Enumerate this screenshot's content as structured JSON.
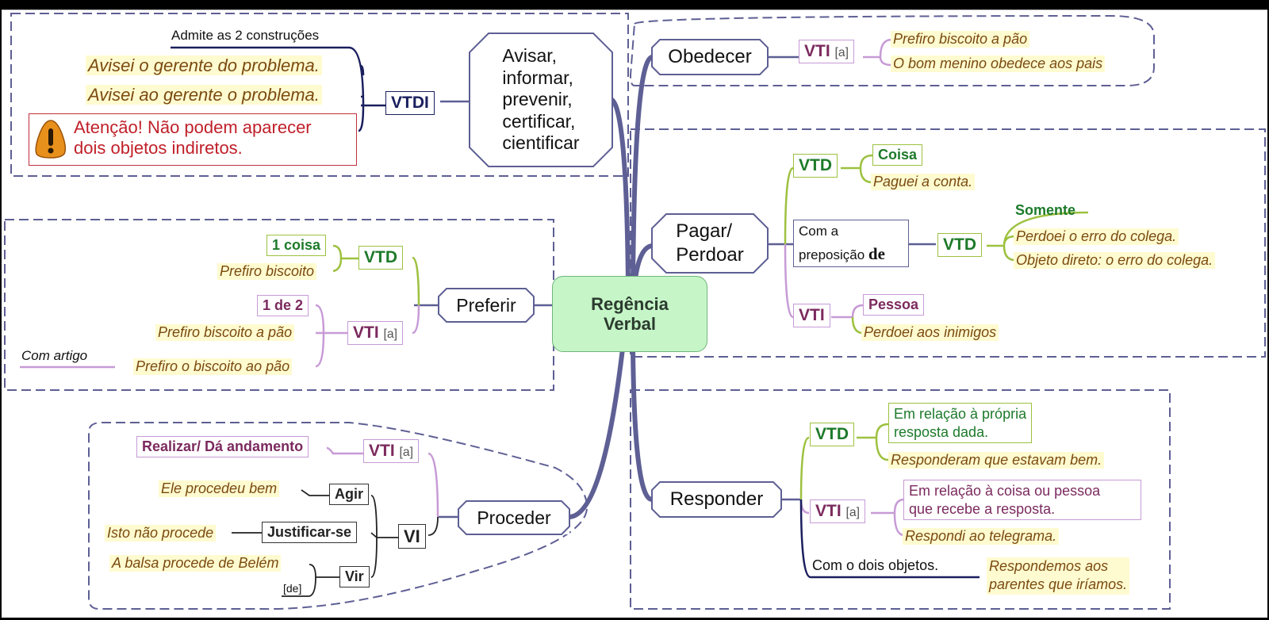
{
  "central": {
    "title_line1": "Regência",
    "title_line2": "Verbal"
  },
  "avisar": {
    "verb": [
      "Avisar,",
      "informar,",
      "prevenir,",
      "certificar,",
      "cientificar"
    ],
    "type": "VTDI",
    "note": "Admite as 2 construções",
    "examples": [
      "Avisei o gerente do problema.",
      "Avisei ao gerente o problema."
    ],
    "warning": {
      "icon": "warning-icon",
      "line1": "Atenção! Não podem aparecer",
      "line2": "dois objetos indiretos."
    }
  },
  "obedecer": {
    "verb": "Obedecer",
    "type": "VTI",
    "prep": "[a]",
    "examples": [
      "Prefiro biscoito a pão",
      "O bom menino obedece aos pais"
    ]
  },
  "pagar": {
    "verb_line1": "Pagar/",
    "verb_line2": "Perdoar",
    "vtd": {
      "type": "VTD",
      "label": "Coisa",
      "example": "Paguei a conta."
    },
    "prep": {
      "line1": "Com a",
      "line2": "preposição",
      "prep_word": "de",
      "type": "VTD",
      "label": "Somente",
      "examples": [
        "Perdoei o erro do colega.",
        "Objeto direto: o erro do colega."
      ]
    },
    "vti": {
      "type": "VTI",
      "label": "Pessoa",
      "example": "Perdoei aos inimigos"
    }
  },
  "preferir": {
    "verb": "Preferir",
    "vtd": {
      "type": "VTD",
      "label": "1 coisa",
      "example": "Prefiro biscoito"
    },
    "vti": {
      "type": "VTI",
      "prep": "[a]",
      "label": "1 de 2",
      "examples": [
        "Prefiro biscoito a pão",
        "Prefiro o biscoito ao pão"
      ],
      "note": "Com artigo"
    }
  },
  "proceder": {
    "verb": "Proceder",
    "vti": {
      "type": "VTI",
      "prep": "[a]",
      "label": "Realizar/ Dá andamento"
    },
    "vi": {
      "type": "VI",
      "senses": [
        {
          "label": "Agir",
          "example": "Ele procedeu bem"
        },
        {
          "label": "Justificar-se",
          "example": "Isto não procede"
        },
        {
          "label": "Vir",
          "example": "A balsa procede de Belém",
          "note": "[de]"
        }
      ]
    }
  },
  "responder": {
    "verb": "Responder",
    "vtd": {
      "type": "VTD",
      "label_line1": "Em relação à própria",
      "label_line2": "resposta dada.",
      "example": "Responderam que estavam bem."
    },
    "vti": {
      "type": "VTI",
      "prep": "[a]",
      "label_line1": "Em relação à coisa ou pessoa",
      "label_line2": "que recebe a resposta.",
      "example": "Respondi ao telegrama."
    },
    "both": {
      "label": "Com o dois objetos.",
      "example_line1": "Respondemos aos",
      "example_line2": "parentes que iríamos."
    }
  }
}
